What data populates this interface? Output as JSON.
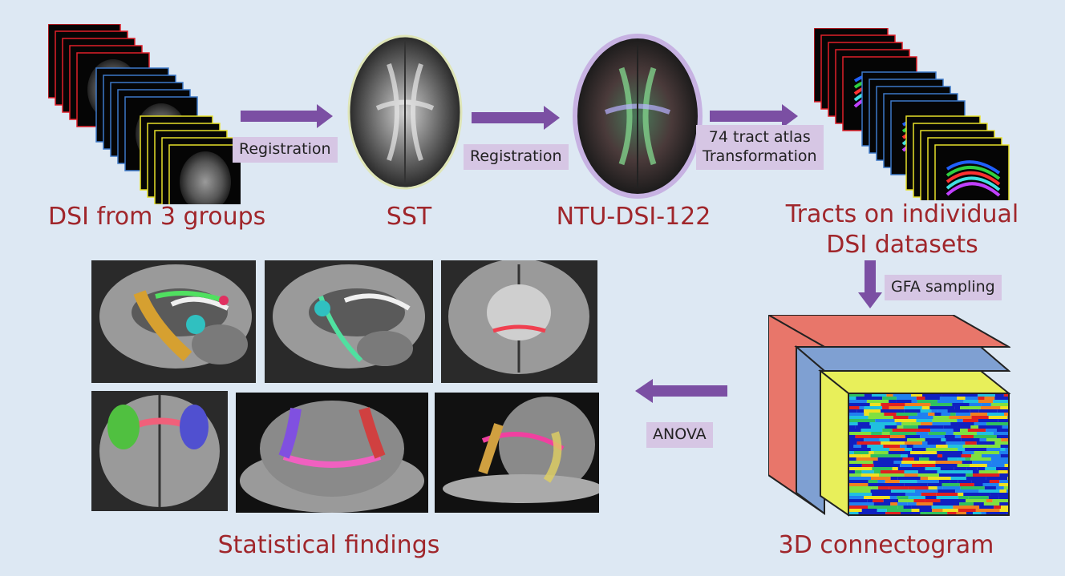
{
  "stages": {
    "dsi_groups": "DSI from 3 groups",
    "sst": "SST",
    "ntu": "NTU-DSI-122",
    "tracts": "Tracts on individual\nDSI datasets",
    "connectogram": "3D connectogram",
    "findings": "Statistical findings"
  },
  "steps": {
    "registration_1": "Registration",
    "registration_2": "Registration",
    "atlas_transform": "74 tract atlas\nTransformation",
    "gfa_sampling": "GFA sampling",
    "anova": "ANOVA"
  },
  "colors": {
    "background": "#dde8f3",
    "caption": "#a0262b",
    "arrow": "#7b4fa3",
    "label_bg": "#d6c6e4",
    "group_frames": [
      "#e0202a",
      "#3c78c8",
      "#e6e02a"
    ],
    "cube_faces": [
      "#e8766a",
      "#7fa0d2",
      "#e8ef5a"
    ]
  }
}
